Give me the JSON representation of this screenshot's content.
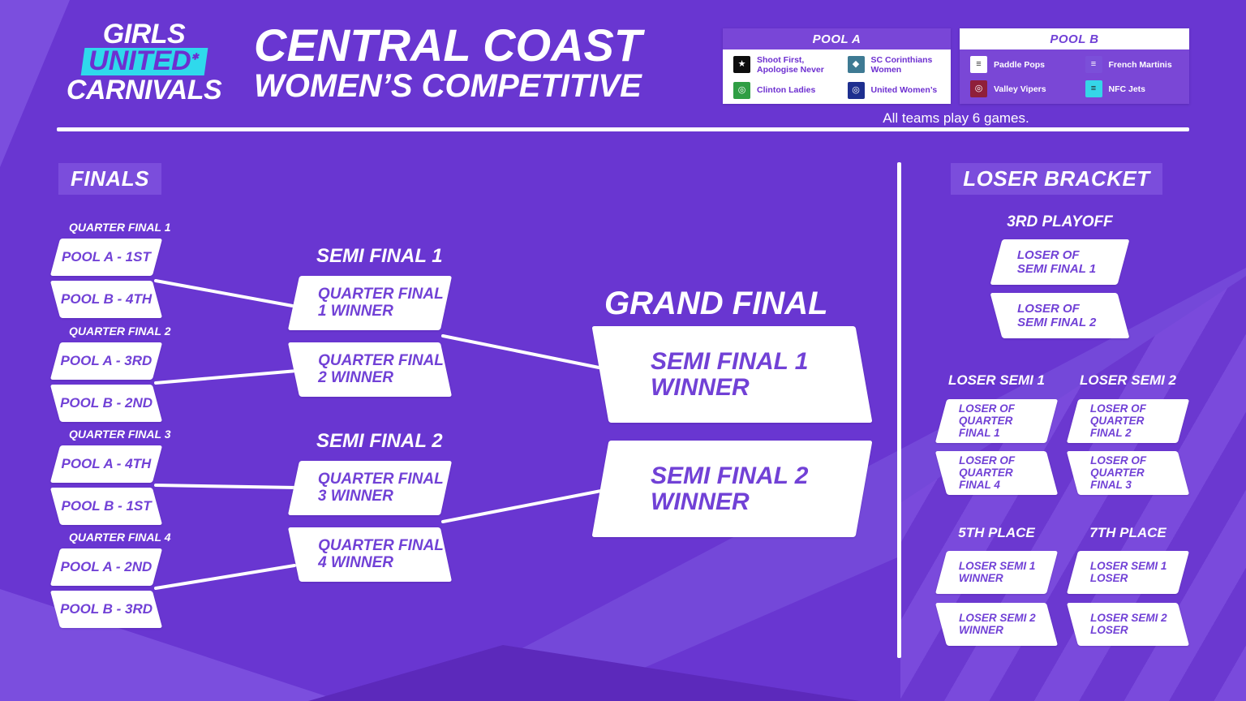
{
  "brand": {
    "line1": "GIRLS",
    "line2": "UNITED",
    "line3": "CARNIVALS",
    "mark": "✱"
  },
  "header": {
    "title_line1": "CENTRAL COAST",
    "title_line2": "WOMEN’S COMPETITIVE",
    "note": "All teams play 6 games."
  },
  "pools": {
    "pool_a": {
      "title": "POOL A",
      "teams": [
        {
          "name": "Shoot First, Apologise Never",
          "glyph": "★",
          "logo_color": "#0d0d0d",
          "glyph_color": "#ffffff"
        },
        {
          "name": "SC Corinthians Women",
          "glyph": "◆",
          "logo_color": "#3e7a93",
          "glyph_color": "#ffffff"
        },
        {
          "name": "Clinton Ladies",
          "glyph": "◎",
          "logo_color": "#2f9e44",
          "glyph_color": "#ffffff"
        },
        {
          "name": "United Women’s",
          "glyph": "◎",
          "logo_color": "#1e2f8f",
          "glyph_color": "#ffffff"
        }
      ]
    },
    "pool_b": {
      "title": "POOL B",
      "teams": [
        {
          "name": "Paddle Pops",
          "glyph": "≡",
          "logo_color": "#ffffff",
          "glyph_color": "#333333"
        },
        {
          "name": "French Martinis",
          "glyph": "≡",
          "logo_color": "#7b4fd9",
          "glyph_color": "#ffffff"
        },
        {
          "name": "Valley Vipers",
          "glyph": "◎",
          "logo_color": "#8f1f3a",
          "glyph_color": "#ffffff"
        },
        {
          "name": "NFC Jets",
          "glyph": "≡",
          "logo_color": "#35d6e8",
          "glyph_color": "#222222"
        }
      ]
    }
  },
  "finals": {
    "title": "FINALS",
    "quarter_finals": [
      {
        "label": "QUARTER FINAL 1",
        "top": "POOL A - 1ST",
        "bottom": "POOL B - 4TH"
      },
      {
        "label": "QUARTER FINAL 2",
        "top": "POOL A - 3RD",
        "bottom": "POOL B - 2ND"
      },
      {
        "label": "QUARTER FINAL 3",
        "top": "POOL A - 4TH",
        "bottom": "POOL B - 1ST"
      },
      {
        "label": "QUARTER FINAL 4",
        "top": "POOL A - 2ND",
        "bottom": "POOL B - 3RD"
      }
    ],
    "semi_finals": [
      {
        "label": "SEMI FINAL 1",
        "top": "QUARTER FINAL\n1 WINNER",
        "bottom": "QUARTER FINAL\n2 WINNER"
      },
      {
        "label": "SEMI FINAL 2",
        "top": "QUARTER FINAL\n3 WINNER",
        "bottom": "QUARTER FINAL\n4 WINNER"
      }
    ],
    "grand_final": {
      "label": "GRAND FINAL",
      "top": "SEMI FINAL 1\nWINNER",
      "bottom": "SEMI FINAL 2\nWINNER"
    }
  },
  "loser_bracket": {
    "title": "LOSER BRACKET",
    "third_playoff": {
      "label": "3RD PLAYOFF",
      "top": "LOSER OF\nSEMI FINAL 1",
      "bottom": "LOSER OF\nSEMI FINAL 2"
    },
    "loser_semis": [
      {
        "label": "LOSER SEMI 1",
        "top": "LOSER OF\nQUARTER\nFINAL 1",
        "bottom": "LOSER OF\nQUARTER\nFINAL 4"
      },
      {
        "label": "LOSER SEMI 2",
        "top": "LOSER OF\nQUARTER\nFINAL 2",
        "bottom": "LOSER OF\nQUARTER\nFINAL 3"
      }
    ],
    "placements": [
      {
        "label": "5TH PLACE",
        "top": "LOSER SEMI 1\nWINNER",
        "bottom": "LOSER SEMI 2\nWINNER"
      },
      {
        "label": "7TH PLACE",
        "top": "LOSER SEMI 1\nLOSER",
        "bottom": "LOSER SEMI 2\nLOSER"
      }
    ]
  },
  "colors": {
    "background": "#6936d1",
    "background_light": "#7b4ede",
    "background_dark": "#5c29bb",
    "panel_purple": "#7946d7",
    "box_text_purple": "#7141d6",
    "accent_cyan": "#2fd9ec",
    "white": "#ffffff"
  }
}
